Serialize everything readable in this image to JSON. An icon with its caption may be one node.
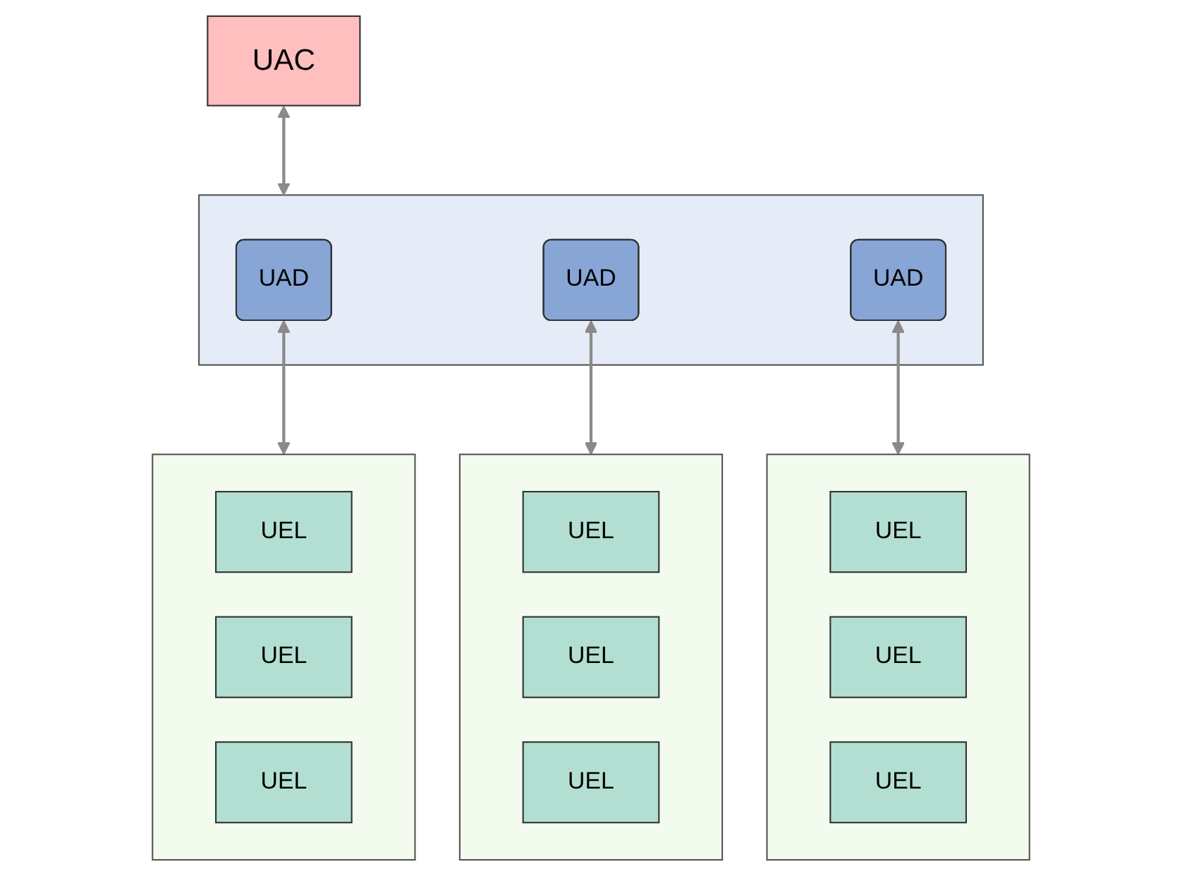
{
  "diagram": {
    "nodes": [
      {
        "text": [
          "UAC"
        ]
      },
      {
        "text": [],
        "shape": "box"
      },
      {
        "text": [
          "UAD"
        ],
        "in": 1
      },
      {
        "text": [
          "UAD"
        ],
        "in": 1
      },
      {
        "text": [
          "UAD"
        ],
        "in": 1
      },
      {
        "text": [],
        "shape": "box"
      },
      {
        "text": [
          "UEL"
        ],
        "in": 5
      },
      {
        "text": [
          "UEL"
        ],
        "in": 5
      },
      {
        "text": [
          "UEL"
        ],
        "in": 5
      },
      {
        "text": [],
        "shape": "box"
      },
      {
        "text": [
          "UEL"
        ],
        "in": 9
      },
      {
        "text": [
          "UEL"
        ],
        "in": 9
      },
      {
        "text": [
          "UEL"
        ],
        "in": 9
      },
      {
        "text": [],
        "shape": "box"
      },
      {
        "text": [
          "UEL"
        ],
        "in": 13
      },
      {
        "text": [
          "UEL"
        ],
        "in": 13
      },
      {
        "text": [
          "UEL"
        ],
        "in": 13
      }
    ],
    "edges": [
      {
        "from": 0,
        "to": 1,
        "arrow": "both"
      },
      {
        "from": 2,
        "to": 5,
        "arrow": "both"
      },
      {
        "from": 3,
        "to": 9,
        "arrow": "both"
      },
      {
        "from": 4,
        "to": 13,
        "arrow": "both"
      }
    ]
  }
}
